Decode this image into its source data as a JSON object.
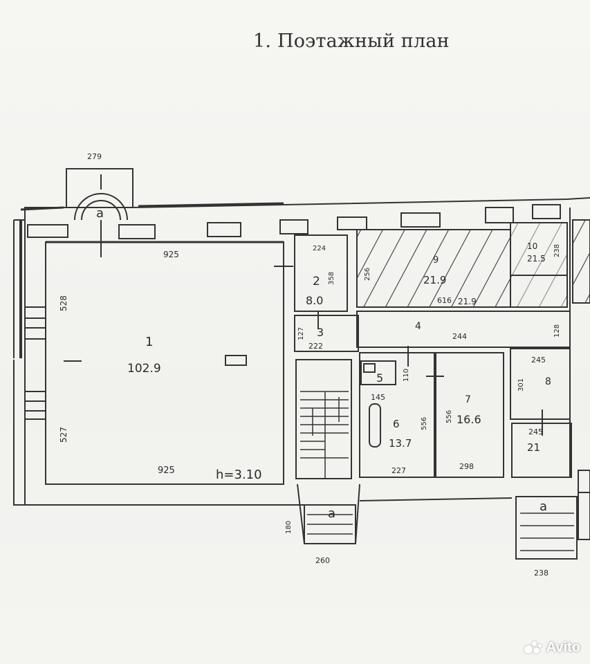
{
  "title": "1. Поэтажный план",
  "watermark": "Avito",
  "rooms": {
    "r1": {
      "num": "1",
      "area": "102.9",
      "height": "h=3.10",
      "dim_top": "925",
      "dim_bottom": "925",
      "dim_left_top": "528",
      "dim_left_bottom": "527"
    },
    "r2": {
      "num": "2",
      "area": "8.0",
      "dim_top": "224",
      "dim_side": "358"
    },
    "r3": {
      "num": "3",
      "dim_bottom": "222",
      "dim_side": "127"
    },
    "r4": {
      "num": "4",
      "dim": "244",
      "dim_side": "128"
    },
    "r5": {
      "num": "5"
    },
    "r6": {
      "num": "6",
      "area": "13.7",
      "dim_top": "145",
      "dim_bottom": "227",
      "dim_side": "556",
      "dim_door": "110"
    },
    "r7": {
      "num": "7",
      "area": "16.6",
      "dim_side": "556",
      "dim_bottom": "298"
    },
    "r8": {
      "num": "8",
      "dim_top": "245",
      "dim_side": "301"
    },
    "r9": {
      "num": "9",
      "area": "21.9",
      "dim": "616",
      "area2": "21.9",
      "dim_side": "256"
    },
    "r10": {
      "num": "10",
      "area": "21.5",
      "dim_side": "238"
    },
    "r21": {
      "num": "21",
      "dim_top": "245"
    }
  },
  "labels": {
    "bay_dim": "279",
    "stair_a": "a",
    "stair_bottom_dim": "260",
    "stair_side_dim": "180",
    "stair_right_dim": "238"
  }
}
